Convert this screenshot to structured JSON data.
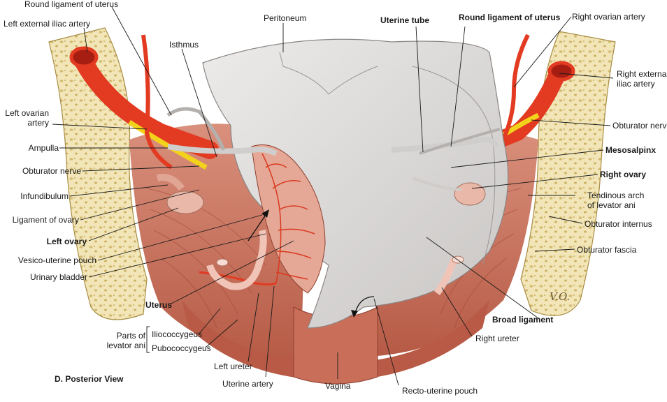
{
  "caption": "D. Posterior View",
  "signature": "V.O.",
  "labels": {
    "round_lig_left": "Round ligament of uterus",
    "left_ext_iliac": "Left external iliac artery",
    "isthmus": "Isthmus",
    "left_ovarian_1": "Left ovarian",
    "left_ovarian_2": "artery",
    "ampulla": "Ampulla",
    "obturator_nerve_left": "Obturator nerve",
    "infundibulum": "Infundibulum",
    "ligament_of_ovary": "Ligament of ovary",
    "left_ovary": "Left ovary",
    "vesico_uterine": "Vesico-uterine pouch",
    "urinary_bladder": "Urinary bladder",
    "uterus": "Uterus",
    "parts_levator_1": "Parts of",
    "parts_levator_2": "levator ani",
    "iliococcygeus": "Iliococcygeus",
    "pubococcygeus": "Pubococcygeus",
    "left_ureter": "Left ureter",
    "uterine_artery": "Uterine artery",
    "vagina": "Vagina",
    "recto_uterine": "Recto-uterine pouch",
    "peritoneum": "Peritoneum",
    "uterine_tube": "Uterine tube",
    "round_lig_right": "Round ligament of uterus",
    "right_ovarian": "Right ovarian artery",
    "right_ext_iliac_1": "Right external",
    "right_ext_iliac_2": "iliac artery",
    "obturator_nerve_right": "Obturator nerve",
    "mesosalpinx": "Mesosalpinx",
    "right_ovary": "Right ovary",
    "tendinous_arch_1": "Tendinous arch",
    "tendinous_arch_2": "of levator ani",
    "obturator_internus": "Obturator internus",
    "obturator_fascia": "Obturator fascia",
    "broad_ligament": "Broad ligament",
    "right_ureter": "Right ureter"
  },
  "colors": {
    "bone": "#f2e6b8",
    "bone_spots": "#d9c27a",
    "artery": "#e33a22",
    "muscle": "#c26a55",
    "peritoneum": "#e2e0df",
    "nerve": "#f3d21c",
    "ovary": "#e9b8a8"
  }
}
